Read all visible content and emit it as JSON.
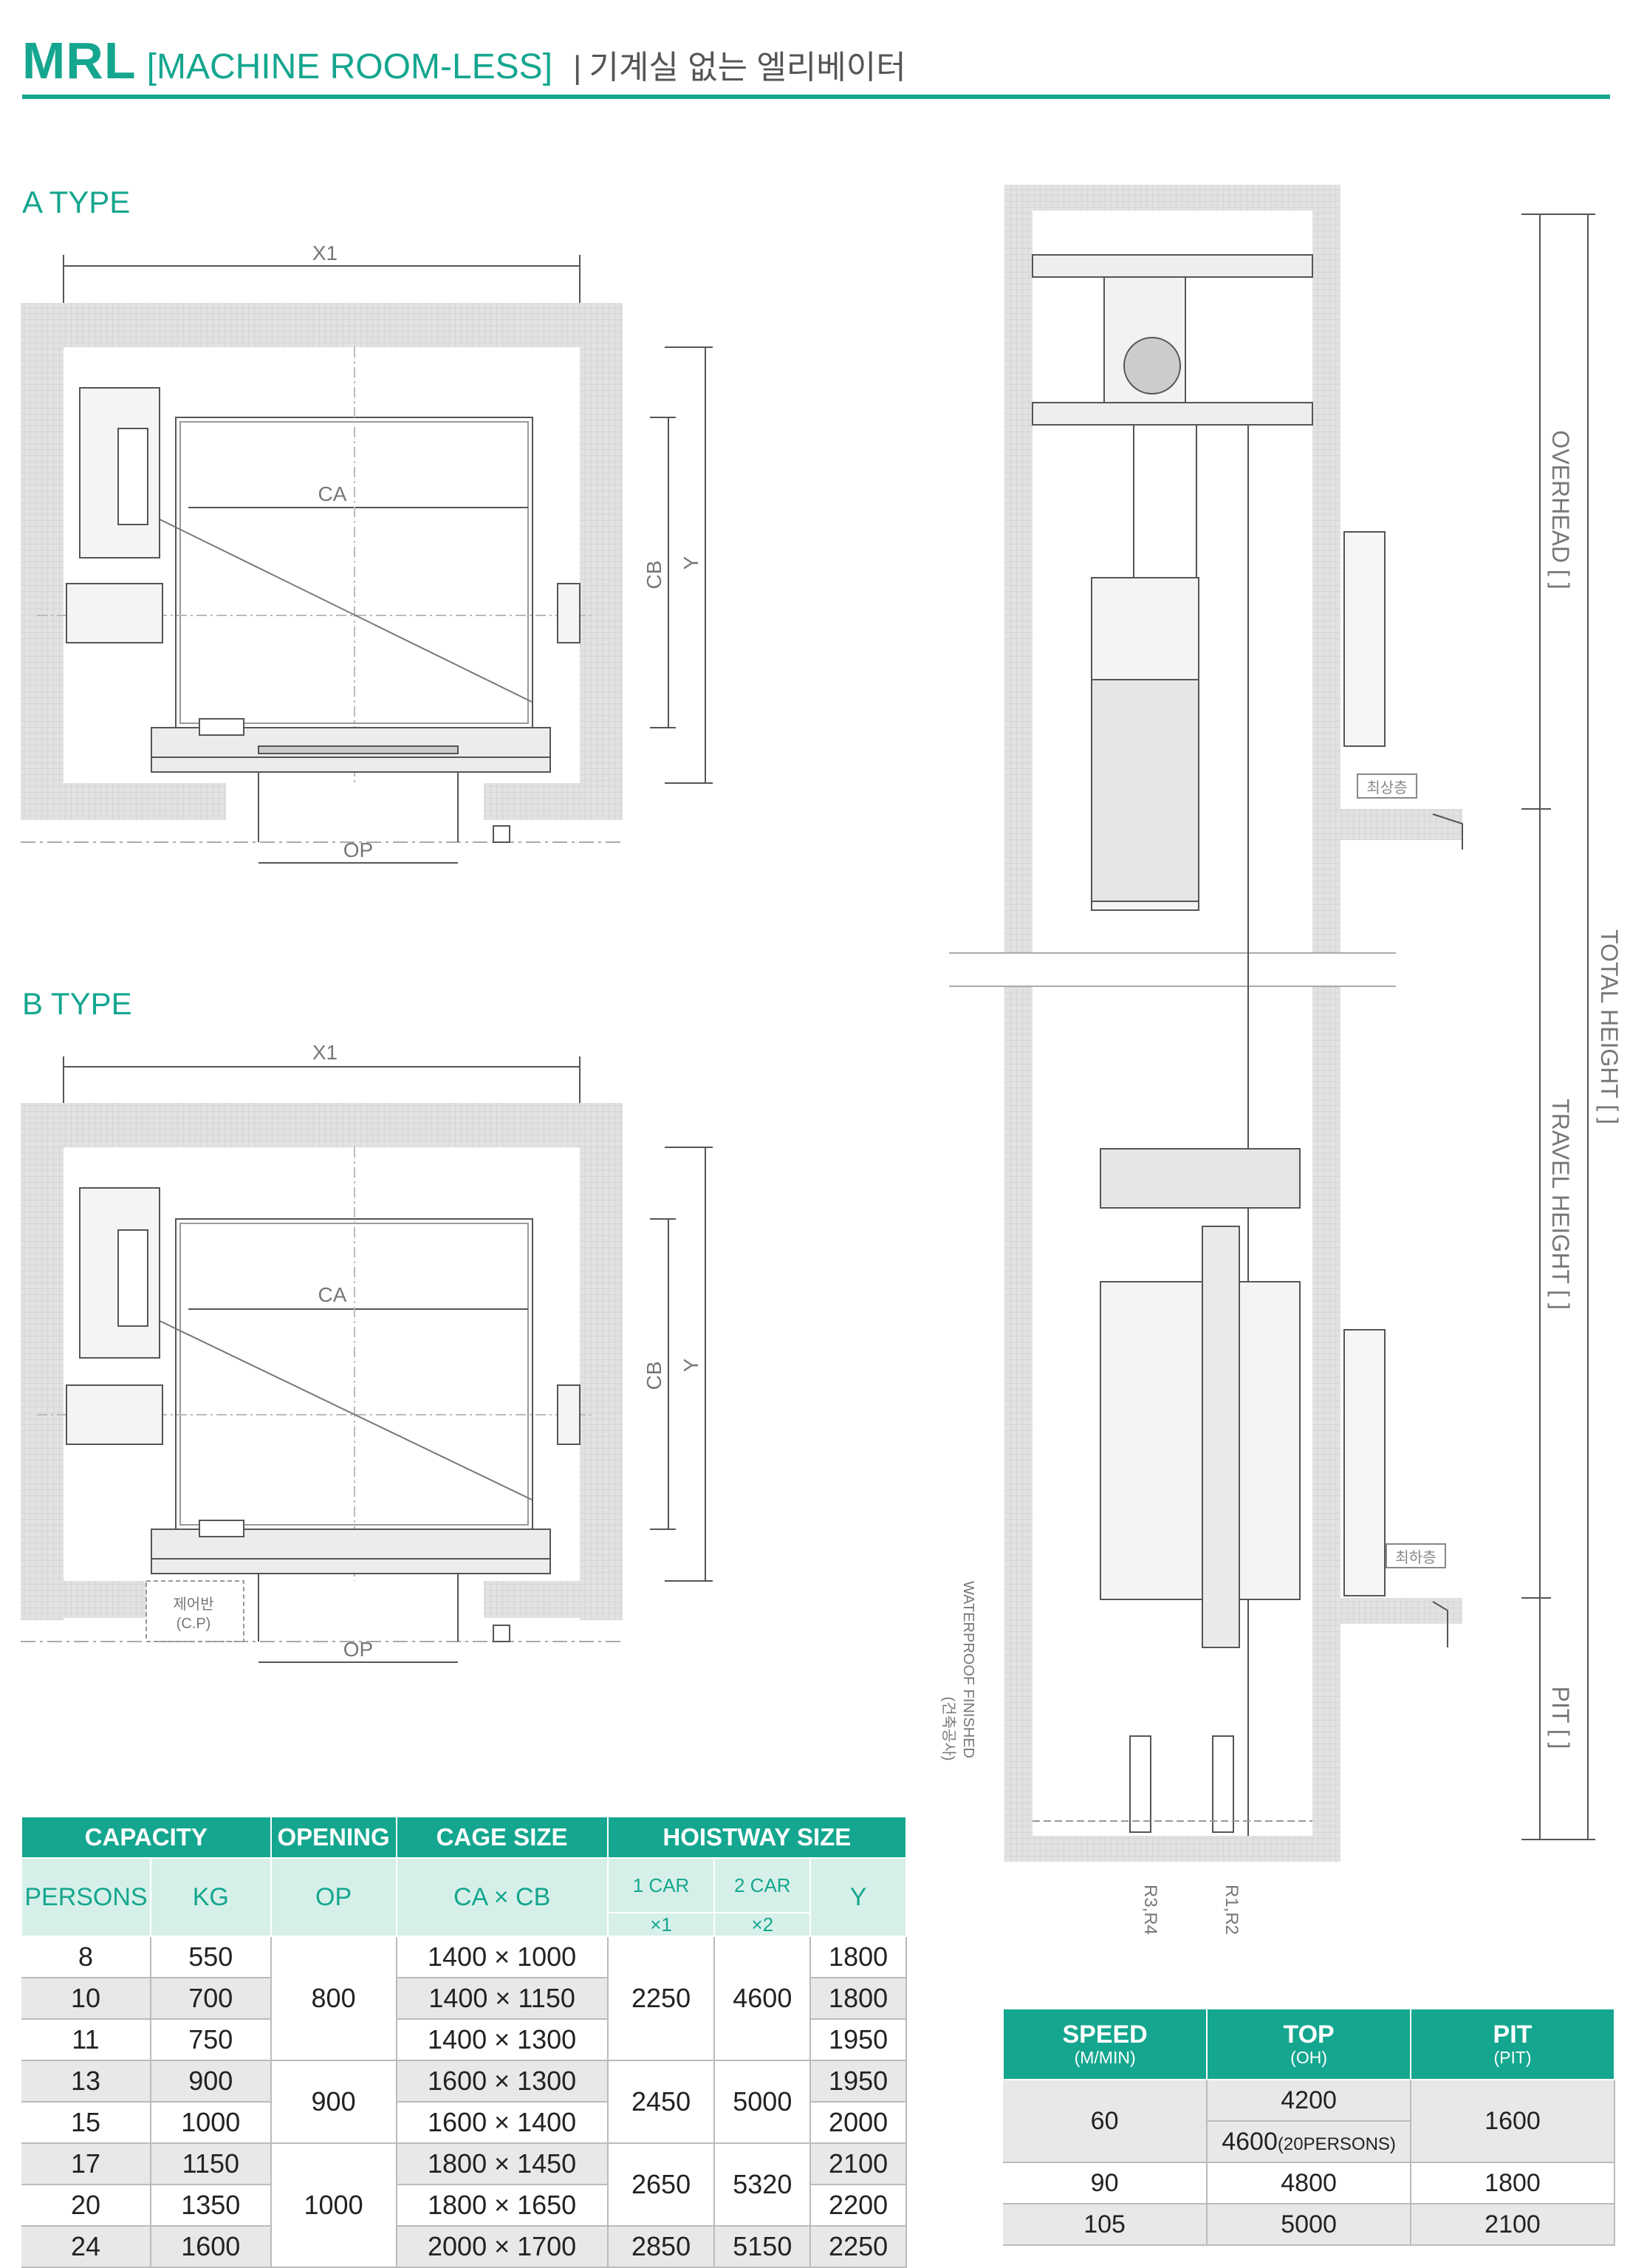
{
  "header": {
    "title": "MRL",
    "subtitle": "[MACHINE ROOM-LESS]",
    "separator": "|",
    "korean": "기계실 없는 엘리베이터"
  },
  "plans": {
    "a": {
      "label": "A TYPE",
      "x1": "X1",
      "ca": "CA",
      "cb": "CB",
      "y": "Y",
      "op": "OP"
    },
    "b": {
      "label": "B TYPE",
      "x1": "X1",
      "ca": "CA",
      "cb": "CB",
      "y": "Y",
      "op": "OP",
      "panel1": "제어반",
      "panel2": "(C.P)"
    }
  },
  "section": {
    "overhead": "OVERHEAD [    ]",
    "total": "TOTAL HEIGHT [    ]",
    "travel": "TRAVEL HEIGHT [    ]",
    "pit": "PIT [    ]",
    "top_floor": "최상층",
    "bottom_floor": "최하층",
    "waterproof": "WATERPROOF  FINISHED",
    "waterproof_kr": "(건축공사)",
    "r34": "R3,R4",
    "r12": "R1,R2"
  },
  "spec_table": {
    "headers": {
      "capacity": "CAPACITY",
      "opening": "OPENING",
      "cage": "CAGE SIZE",
      "hoistway": "HOISTWAY SIZE",
      "persons": "PERSONS",
      "kg": "KG",
      "op": "OP",
      "caxcb": "CA × CB",
      "car1a": "1 CAR",
      "car1b": "×1",
      "car2a": "2 CAR",
      "car2b": "×2",
      "y": "Y"
    },
    "rows": [
      {
        "persons": "8",
        "kg": "550",
        "cage": "1400 × 1000",
        "y": "1800"
      },
      {
        "persons": "10",
        "kg": "700",
        "cage": "1400 × 1150",
        "y": "1800"
      },
      {
        "persons": "11",
        "kg": "750",
        "cage": "1400 × 1300",
        "y": "1950"
      },
      {
        "persons": "13",
        "kg": "900",
        "cage": "1600 × 1300",
        "y": "1950"
      },
      {
        "persons": "15",
        "kg": "1000",
        "cage": "1600 × 1400",
        "y": "2000"
      },
      {
        "persons": "17",
        "kg": "1150",
        "cage": "1800 × 1450",
        "y": "2100"
      },
      {
        "persons": "20",
        "kg": "1350",
        "cage": "1800 × 1650",
        "y": "2200"
      },
      {
        "persons": "24",
        "kg": "1600",
        "cage": "2000 × 1700",
        "y": "2250"
      }
    ],
    "groups": {
      "op1": "800",
      "op2": "900",
      "op3": "1000",
      "c1a": "2250",
      "c2a": "4600",
      "c1b": "2450",
      "c2b": "5000",
      "c1c": "2650",
      "c2c": "5320",
      "c1d": "2850",
      "c2d": "5150"
    }
  },
  "speed_table": {
    "headers": {
      "speed": "SPEED",
      "speed_unit": "(M/MIN)",
      "top": "TOP",
      "top_unit": "(OH)",
      "pit": "PIT",
      "pit_unit": "(PIT)"
    },
    "rows": {
      "s1": "60",
      "t1a": "4200",
      "t1b": "4600",
      "t1b_note": "(20PERSONS)",
      "p1": "1600",
      "s2": "90",
      "t2": "4800",
      "p2": "1800",
      "s3": "105",
      "t3": "5000",
      "p3": "2100"
    }
  }
}
